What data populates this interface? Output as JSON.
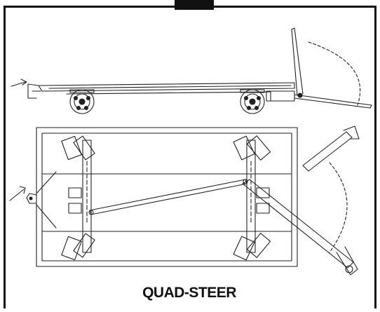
{
  "figure": {
    "caption": "QUAD-STEER",
    "views": [
      {
        "name": "side-elevation"
      },
      {
        "name": "top-plan"
      }
    ]
  }
}
